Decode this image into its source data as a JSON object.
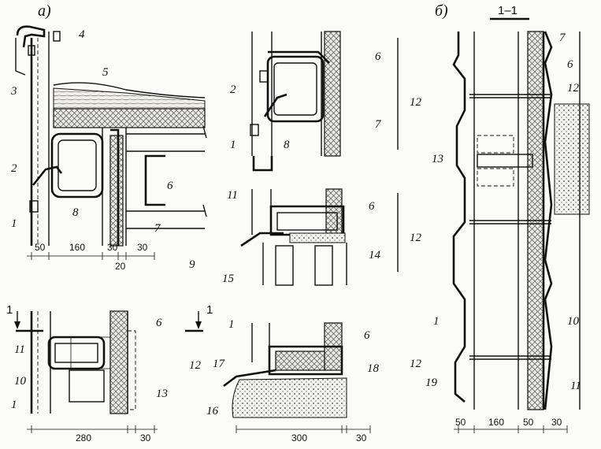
{
  "panel_a": {
    "heading": "а)"
  },
  "panel_b": {
    "heading": "б)",
    "section_mark": "1–1"
  },
  "section_arrows": [
    "1",
    "1"
  ],
  "labels": {
    "a_top": [
      "4",
      "5",
      "3",
      "2",
      "6",
      "8",
      "1",
      "7",
      "9"
    ],
    "a_top_dims": [
      "50",
      "160",
      "30",
      "30",
      "20"
    ],
    "a_bottom": [
      "11",
      "10",
      "1",
      "6",
      "12",
      "13"
    ],
    "a_bottom_dims": [
      "280",
      "30"
    ],
    "mid_top": [
      "2",
      "1",
      "6",
      "12",
      "8",
      "7"
    ],
    "mid_middle": [
      "11",
      "6",
      "12",
      "15",
      "14"
    ],
    "mid_bottom": [
      "1",
      "6",
      "17",
      "18",
      "12",
      "16"
    ],
    "mid_bottom_dims": [
      "300",
      "30"
    ],
    "b": [
      "7",
      "6",
      "12",
      "13",
      "1",
      "10",
      "11",
      "19"
    ],
    "b_dims": [
      "50",
      "160",
      "50",
      "30"
    ]
  }
}
